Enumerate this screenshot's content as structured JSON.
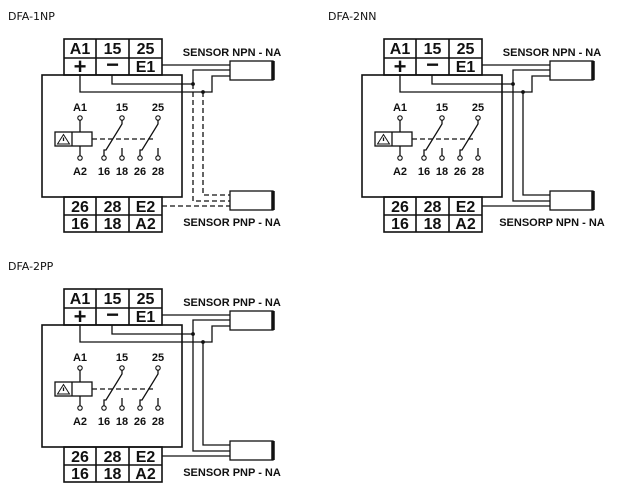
{
  "diagrams": [
    {
      "title": "DFA-1NP",
      "bottom_wiring": "dashed",
      "top_row1": [
        "A1",
        "15",
        "25"
      ],
      "top_row2": [
        "+",
        "−",
        "E1"
      ],
      "bottom_row1": [
        "26",
        "28",
        "E2"
      ],
      "bottom_row2": [
        "16",
        "18",
        "A2"
      ],
      "sensor_top_label": "SENSOR NPN - NA",
      "sensor_bottom_label": "SENSOR  PNP - NA",
      "internal": {
        "a1": "A1",
        "c15": "15",
        "c25": "25",
        "a2": "A2",
        "c16": "16",
        "c18": "18",
        "c26": "26",
        "c28": "28"
      }
    },
    {
      "title": "DFA-2NN",
      "bottom_wiring": "solid",
      "top_row1": [
        "A1",
        "15",
        "25"
      ],
      "top_row2": [
        "+",
        "−",
        "E1"
      ],
      "bottom_row1": [
        "26",
        "28",
        "E2"
      ],
      "bottom_row2": [
        "16",
        "18",
        "A2"
      ],
      "sensor_top_label": "SENSOR NPN - NA",
      "sensor_bottom_label": "SENSORP NPN - NA",
      "internal": {
        "a1": "A1",
        "c15": "15",
        "c25": "25",
        "a2": "A2",
        "c16": "16",
        "c18": "18",
        "c26": "26",
        "c28": "28"
      }
    },
    {
      "title": "DFA-2PP",
      "bottom_wiring": "solid",
      "top_row1": [
        "A1",
        "15",
        "25"
      ],
      "top_row2": [
        "+",
        "−",
        "E1"
      ],
      "bottom_row1": [
        "26",
        "28",
        "E2"
      ],
      "bottom_row2": [
        "16",
        "18",
        "A2"
      ],
      "sensor_top_label": "SENSOR PNP - NA",
      "sensor_bottom_label": "SENSOR PNP - NA",
      "internal": {
        "a1": "A1",
        "c15": "15",
        "c25": "25",
        "a2": "A2",
        "c16": "16",
        "c18": "18",
        "c26": "26",
        "c28": "28"
      }
    }
  ]
}
